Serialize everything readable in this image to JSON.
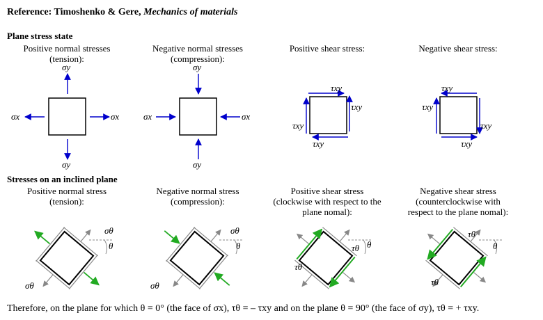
{
  "reference": {
    "prefix": "Reference: Timoshenko & Gere, ",
    "title": "Mechanics of materials"
  },
  "section1": "Plane stress state",
  "section2": "Stresses on an inclined plane",
  "row1": [
    {
      "line1": "Positive normal stresses",
      "line2": "(tension):"
    },
    {
      "line1": "Negative normal stresses",
      "line2": "(compression):"
    },
    {
      "line1": "Positive shear stress:",
      "line2": ""
    },
    {
      "line1": "Negative shear stress:",
      "line2": ""
    }
  ],
  "row2": [
    {
      "line1": "Positive normal stress",
      "line2": "(tension):",
      "line3": ""
    },
    {
      "line1": "Negative normal stress",
      "line2": "(compression):",
      "line3": ""
    },
    {
      "line1": "Positive shear stress",
      "line2": "(clockwise with respect to the",
      "line3": "plane nomal):"
    },
    {
      "line1": "Negative shear stress",
      "line2": "(counterclockwise with",
      "line3": "respect to the plane nomal):"
    }
  ],
  "symbols": {
    "sx": "σx",
    "sy": "σy",
    "txy": "τxy",
    "st": "σθ",
    "tt": "τθ",
    "th": "θ"
  },
  "footer": "Therefore, on the plane for which θ = 0° (the face of σx),  τθ = – τxy and on the plane  θ = 90° (the face of σy),  τθ = + τxy.",
  "colors": {
    "arrow": "#0000cc",
    "inclined": "#22aa22",
    "gray": "#888888"
  }
}
